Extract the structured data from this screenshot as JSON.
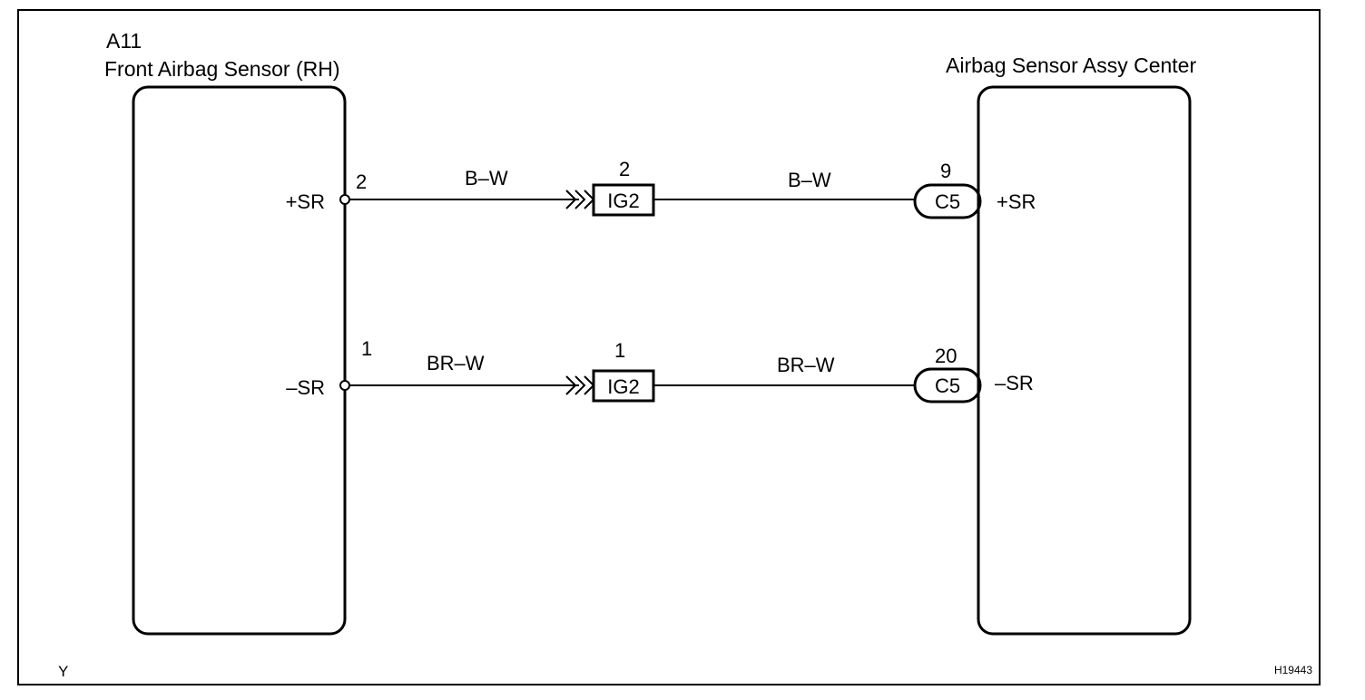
{
  "left_component": {
    "code": "A11",
    "name": "Front Airbag Sensor (RH)",
    "terminals": [
      {
        "pin": "2",
        "signal": "+SR"
      },
      {
        "pin": "1",
        "signal": "–SR"
      }
    ]
  },
  "right_component": {
    "name": "Airbag Sensor Assy Center",
    "terminals": [
      {
        "pin": "9",
        "connector": "C5",
        "signal": "+SR"
      },
      {
        "pin": "20",
        "connector": "C5",
        "signal": "–SR"
      }
    ]
  },
  "wires": [
    {
      "color_left": "B–W",
      "color_right": "B–W",
      "junction_pin": "2",
      "junction": "IG2"
    },
    {
      "color_left": "BR–W",
      "color_right": "BR–W",
      "junction_pin": "1",
      "junction": "IG2"
    }
  ],
  "footer": {
    "corner_letter": "Y",
    "figure_id": "H19443"
  }
}
